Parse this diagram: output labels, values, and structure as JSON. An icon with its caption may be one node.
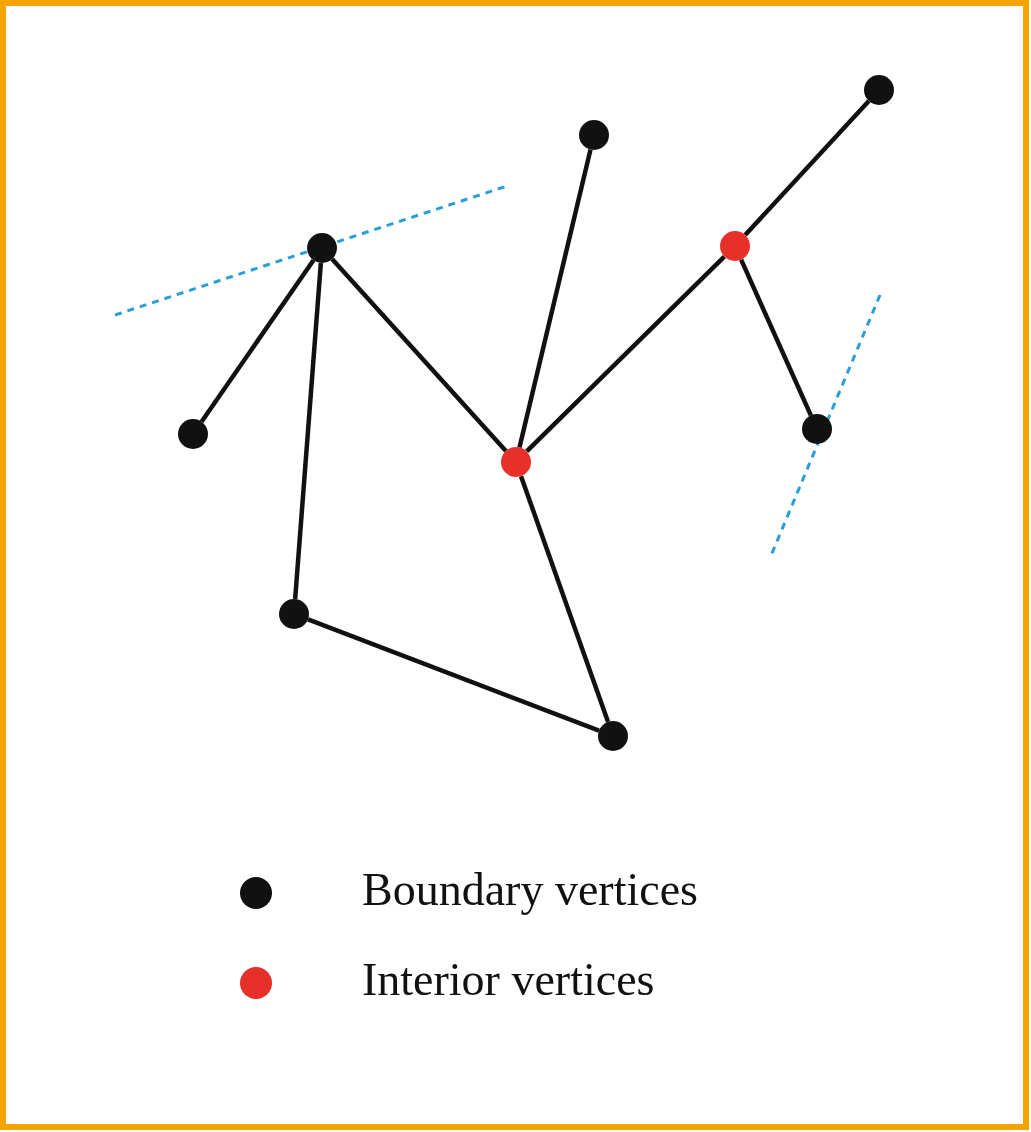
{
  "diagram": {
    "nodes": [
      {
        "text": [],
        "shape": "circle"
      },
      {
        "text": [],
        "shape": "circle"
      },
      {
        "text": [],
        "shape": "circle"
      },
      {
        "text": [],
        "shape": "circle"
      },
      {
        "text": [],
        "shape": "circle"
      },
      {
        "text": [],
        "shape": "circle"
      },
      {
        "text": [],
        "shape": "circle"
      },
      {
        "text": [],
        "shape": "circle"
      },
      {
        "text": [],
        "shape": "circle"
      }
    ],
    "edges": [
      {
        "from": 0,
        "to": 2,
        "arrow": "none"
      },
      {
        "from": 2,
        "to": 6,
        "arrow": "none"
      },
      {
        "from": 2,
        "to": 4,
        "arrow": "none"
      },
      {
        "from": 1,
        "to": 6,
        "arrow": "none"
      },
      {
        "from": 3,
        "to": 6,
        "arrow": "none"
      },
      {
        "from": 3,
        "to": 5,
        "arrow": "none"
      },
      {
        "from": 3,
        "to": 7,
        "arrow": "none"
      },
      {
        "from": 7,
        "to": 8,
        "arrow": "none"
      },
      {
        "from": 6,
        "to": 8,
        "arrow": "none"
      }
    ],
    "legend": [
      {
        "text": "Boundary vertices",
        "color": "#111111"
      },
      {
        "text": "Interior vertices",
        "color": "#e8302a"
      }
    ]
  }
}
